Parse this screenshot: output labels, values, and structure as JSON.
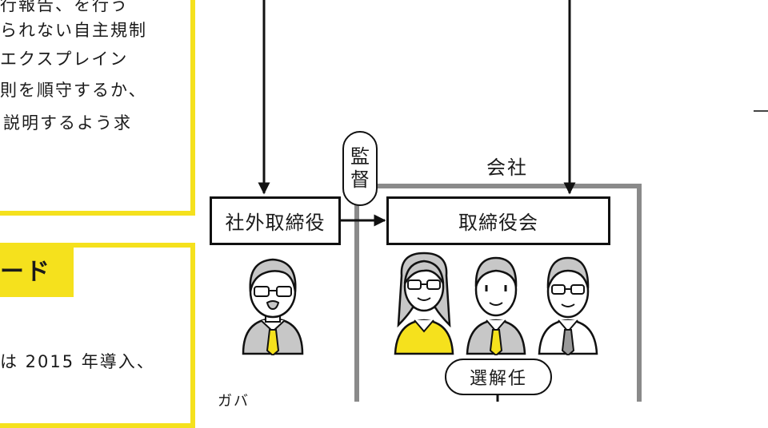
{
  "left_panel": {
    "top_text_lines": [
      "行報告、を行う",
      "られない自主規制",
      "エクスプレイン",
      "則を順守するか、",
      "説明するよう求"
    ],
    "section_label": "ード",
    "bottom_text": "は 2015 年導入、",
    "cut_text": "ガバ"
  },
  "diagram": {
    "company_label": "会社",
    "supervision_label": "監督",
    "outside_director_label": "社外取締役",
    "board_label": "取締役会",
    "appoint_dismiss_label": "選解任"
  },
  "colors": {
    "accent_yellow": "#f5e11d",
    "company_frame_gray": "#8a8a8a"
  },
  "people": {
    "outside_director": "older man with glasses and yellow tie",
    "board_members": [
      "woman with glasses in yellow top",
      "man with yellow tie",
      "man with glasses and gray tie"
    ]
  }
}
